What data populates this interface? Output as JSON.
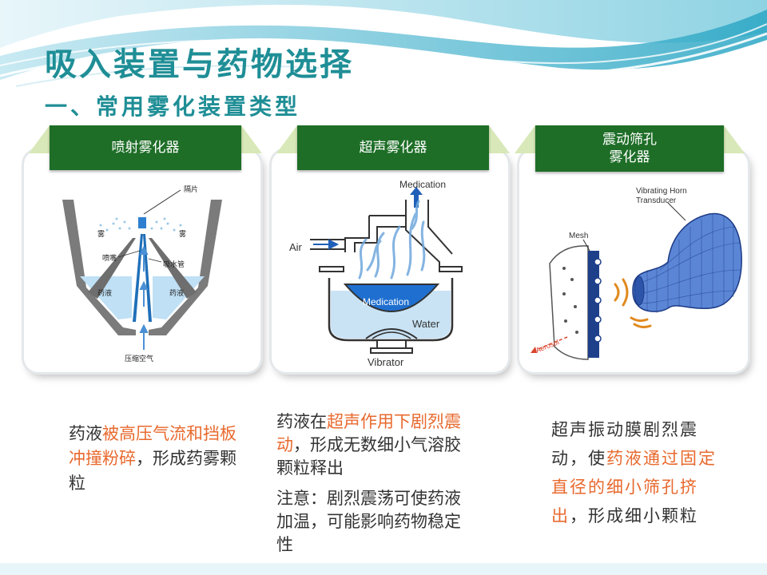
{
  "title": "吸入装置与药物选择",
  "subtitle": "一、常用雾化装置类型",
  "colors": {
    "title": "#1f8e96",
    "banner": "#1e6e27",
    "highlight": "#e8692e",
    "body_text": "#333333"
  },
  "cards": [
    {
      "banner_lines": [
        "喷射雾化器"
      ],
      "labels": {
        "baffle": "隔片",
        "mist_left": "雾",
        "mist_right": "雾",
        "nozzle": "喷嘴",
        "suction_tube": "吸水管",
        "liquid_left": "药液",
        "liquid_right": "药液",
        "air": "压缩空气"
      },
      "desc": {
        "p1": "药液",
        "h1": "被高压气流和挡板冲撞粉碎",
        "p2": "，形成药雾颗粒"
      }
    },
    {
      "banner_lines": [
        "超声雾化器"
      ],
      "labels": {
        "medication_top": "Medication",
        "air": "Air",
        "medication": "Medication",
        "water": "Water",
        "vibrator": "Vibrator"
      },
      "desc": {
        "p1": "药液在",
        "h1": "超声作用下剧烈震动",
        "p2": "，形成无数细小气溶胶颗粒释出",
        "note": "注意：剧烈震荡可使药液加温，可能影响药物稳定性"
      }
    },
    {
      "banner_lines": [
        "震动筛孔",
        "雾化器"
      ],
      "labels": {
        "horn": "Vibrating Horn",
        "transducer": "Transducer",
        "mesh": "Mesh",
        "aerosol": "Aerosol"
      },
      "desc": {
        "p1": "超声振动膜剧烈震动，使",
        "h1": "药液通过固定直径的细小筛孔挤出",
        "p2": "，形成细小颗粒"
      }
    }
  ]
}
